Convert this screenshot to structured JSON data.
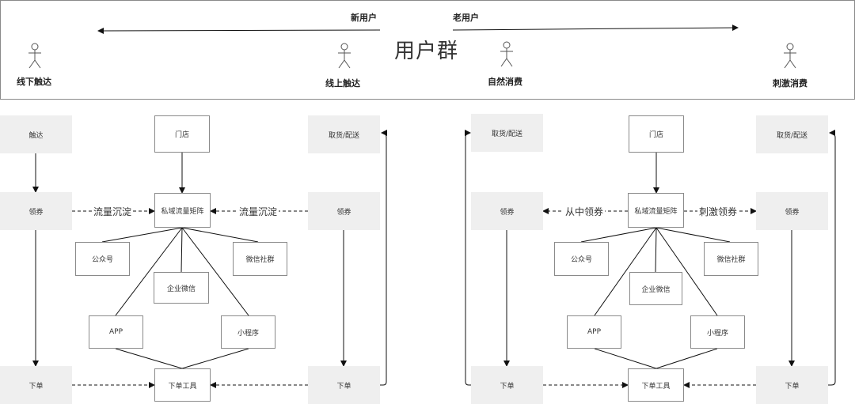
{
  "header": {
    "title": "用户群",
    "new_users": "新用户",
    "old_users": "老用户",
    "actors": [
      "线下触达",
      "线上触达",
      "自然消费",
      "刺激消费"
    ]
  },
  "left": {
    "col_left": [
      "触达",
      "领券",
      "下单"
    ],
    "col_right": [
      "取货/配送",
      "领券",
      "下单"
    ],
    "store": "门店",
    "matrix": "私域流量矩阵",
    "official": "公众号",
    "wecom": "企业微信",
    "wechat_group": "微信社群",
    "app": "APP",
    "miniprogram": "小程序",
    "order_tool": "下单工具",
    "flow_left": "流量沉淀",
    "flow_right": "流量沉淀"
  },
  "right": {
    "col_left": [
      "取货/配送",
      "领券",
      "下单"
    ],
    "col_right": [
      "取货/配送",
      "领券",
      "下单"
    ],
    "store": "门店",
    "matrix": "私域流量矩阵",
    "official": "公众号",
    "wecom": "企业微信",
    "wechat_group": "微信社群",
    "app": "APP",
    "miniprogram": "小程序",
    "order_tool": "下单工具",
    "flow_left": "从中领券",
    "flow_right": "刺激领券"
  }
}
